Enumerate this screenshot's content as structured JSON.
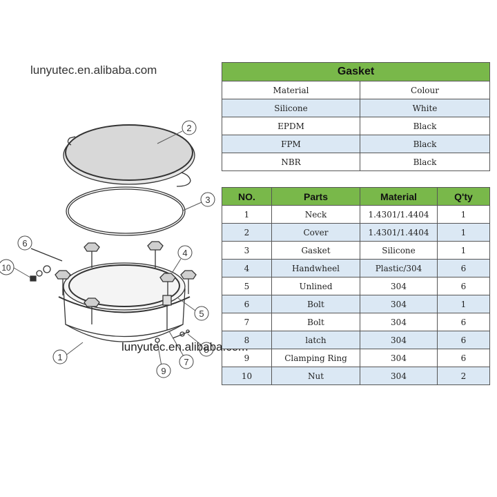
{
  "watermark": {
    "top": "lunyutec.en.alibaba.com",
    "middle": "lunyutec.en.alibaba.com"
  },
  "gasket": {
    "title": "Gasket",
    "header": [
      "Material",
      "Colour"
    ],
    "rows": [
      [
        "Silicone",
        "White"
      ],
      [
        "EPDM",
        "Black"
      ],
      [
        "FPM",
        "Black"
      ],
      [
        "NBR",
        "Black"
      ]
    ]
  },
  "parts": {
    "header": [
      "NO.",
      "Parts",
      "Material",
      "Q'ty"
    ],
    "rows": [
      [
        "1",
        "Neck",
        "1.4301/1.4404",
        "1"
      ],
      [
        "2",
        "Cover",
        "1.4301/1.4404",
        "1"
      ],
      [
        "3",
        "Gasket",
        "Silicone",
        "1"
      ],
      [
        "4",
        "Handwheel",
        "Plastic/304",
        "6"
      ],
      [
        "5",
        "Unlined",
        "304",
        "6"
      ],
      [
        "6",
        "Bolt",
        "304",
        "1"
      ],
      [
        "7",
        "Bolt",
        "304",
        "6"
      ],
      [
        "8",
        "latch",
        "304",
        "6"
      ],
      [
        "9",
        "Clamping Ring",
        "304",
        "6"
      ],
      [
        "10",
        "Nut",
        "304",
        "2"
      ]
    ]
  },
  "diagram": {
    "callouts": [
      "1",
      "2",
      "3",
      "4",
      "5",
      "6",
      "7",
      "8",
      "9",
      "10"
    ]
  },
  "colors": {
    "header_green": "#79b84a",
    "alt_row_blue": "#dbe8f4"
  }
}
